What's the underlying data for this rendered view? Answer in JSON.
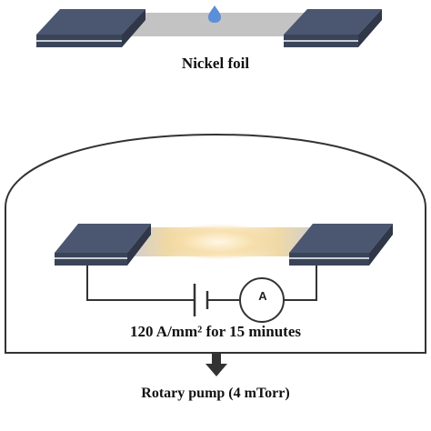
{
  "labels": {
    "top_caption": "Nickel foil",
    "current_caption": "120 A/mm² for 15 minutes",
    "pump_caption": "Rotary pump (4 mTorr)",
    "ammeter_symbol": "A"
  },
  "colors": {
    "clamp_dark": "#3a4458",
    "clamp_top": "#4b5670",
    "clamp_stripe": "#c9ced8",
    "foil_gray": "#c3c3c3",
    "droplet_blue": "#5b8fd8",
    "glow_center": "#fff2cc",
    "glow_edge": "#e9c88c",
    "wire": "#333333",
    "arrow": "#333333"
  },
  "icons": {
    "droplet": "water-droplet-icon",
    "pump_arrow": "arrow-down-icon",
    "ammeter": "ammeter-icon",
    "battery": "battery-icon"
  }
}
